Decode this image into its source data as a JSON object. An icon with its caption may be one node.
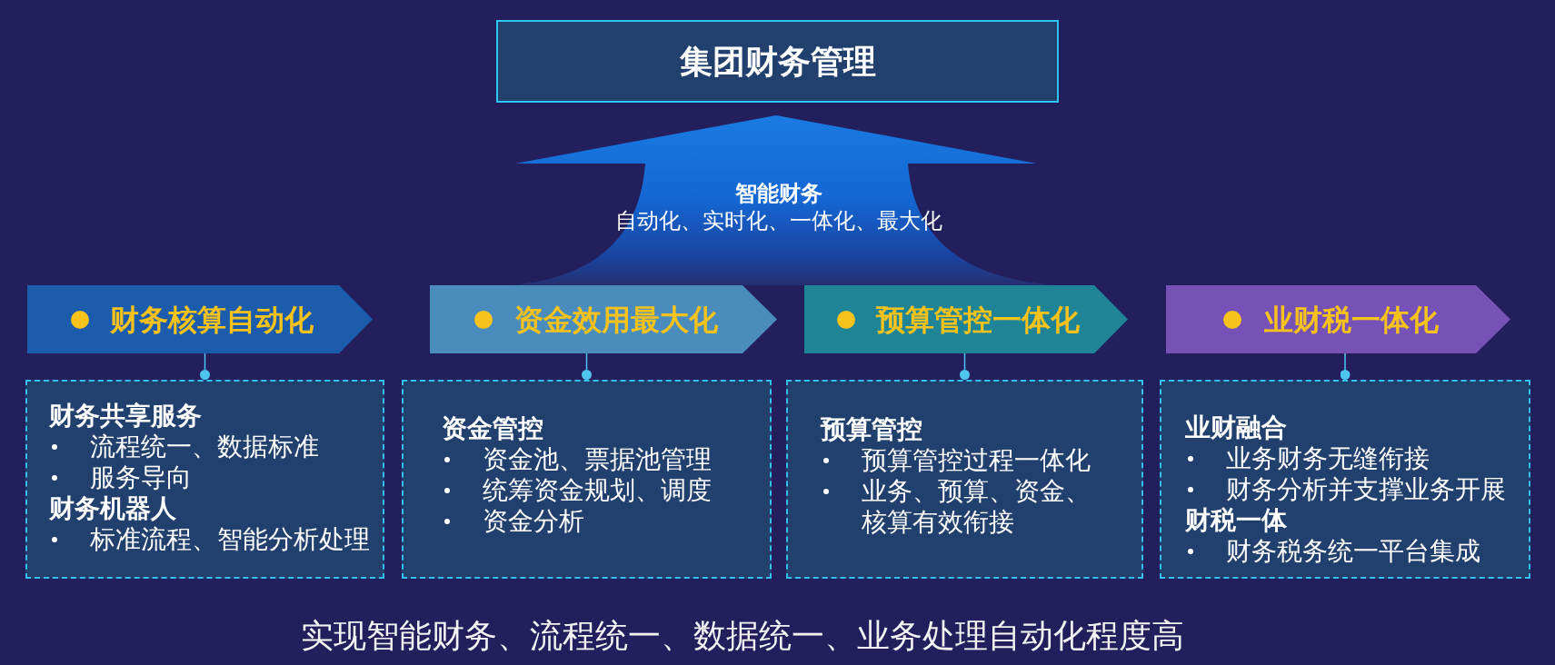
{
  "diagram": {
    "caption": "实现智能财务、流程统一、数据统一、业务处理自动化程度高",
    "nodes": [
      {
        "text": [
          "集团财务管理"
        ]
      },
      {
        "text": [
          "智能财务",
          "自动化、实时化、一体化、最大化"
        ]
      },
      {
        "text": [
          "财务核算自动化"
        ]
      },
      {
        "text": [
          "资金效用最大化"
        ]
      },
      {
        "text": [
          "预算管控一体化"
        ]
      },
      {
        "text": [
          "业财税一体化"
        ]
      },
      {
        "text": [
          "财务共享服务",
          "流程统一、数据标准",
          "服务导向",
          "财务机器人",
          "标准流程、智能分析处理"
        ]
      },
      {
        "text": [
          "资金管控",
          "资金池、票据池管理",
          "统筹资金规划、调度",
          "资金分析"
        ]
      },
      {
        "text": [
          "预算管控",
          "预算管控过程一体化",
          "业务、预算、资金、核算有效衔接"
        ]
      },
      {
        "text": [
          "业财融合",
          "业务财务无缝衔接",
          "财务分析并支撑业务开展",
          "财税一体",
          "财务税务统一平台集成"
        ]
      }
    ],
    "edges": [
      {
        "from": 2,
        "to": 6,
        "arrow": "other"
      },
      {
        "from": 3,
        "to": 7,
        "arrow": "other"
      },
      {
        "from": 4,
        "to": 8,
        "arrow": "other"
      },
      {
        "from": 5,
        "to": 9,
        "arrow": "other"
      }
    ]
  }
}
